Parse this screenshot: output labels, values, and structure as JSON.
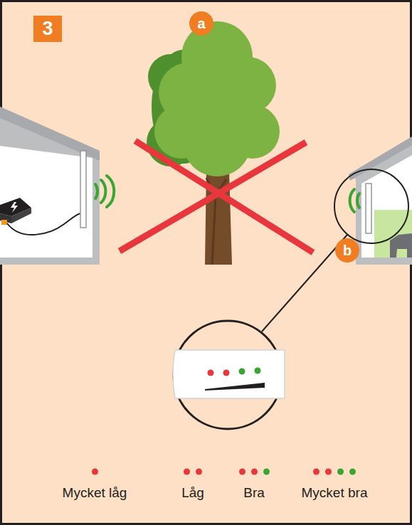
{
  "diagram": {
    "nodes": [
      {
        "text": [
          "3"
        ]
      },
      {
        "text": [
          "a"
        ]
      },
      {
        "text": [
          "b"
        ]
      }
    ],
    "legend": [
      {
        "text": "Mycket låg"
      },
      {
        "text": "Låg"
      },
      {
        "text": "Bra"
      },
      {
        "text": "Mycket bra"
      }
    ]
  }
}
